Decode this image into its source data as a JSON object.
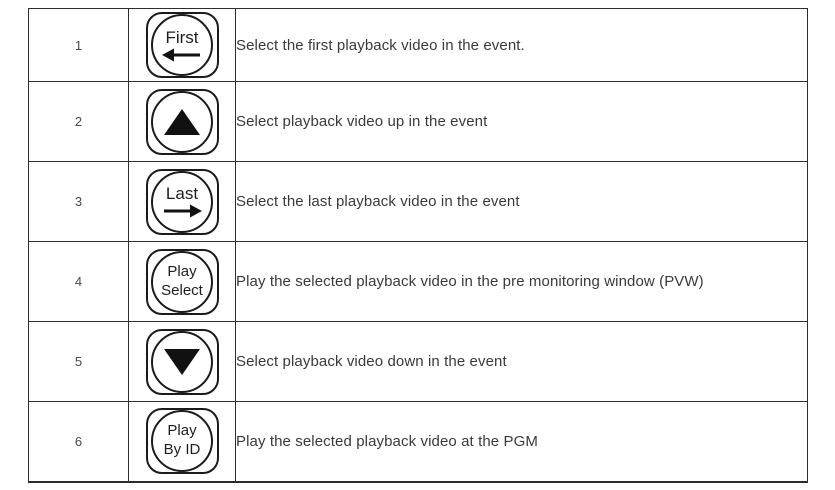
{
  "table": {
    "colors": {
      "border": "#2d2d2d",
      "description_text": "#3a3a3a",
      "number_text": "#4a4a4a",
      "button_stroke": "#1b1b1b",
      "icon_fill": "#111111"
    },
    "rows": [
      {
        "num": "1",
        "button": {
          "name": "first-button",
          "type": "label-arrow",
          "label": "First",
          "icon": "left-arrow-icon"
        },
        "description": "Select the first playback video in the event."
      },
      {
        "num": "2",
        "button": {
          "name": "select-up-button",
          "type": "triangle",
          "icon": "up-triangle-icon"
        },
        "description": "Select playback video up in the event"
      },
      {
        "num": "3",
        "button": {
          "name": "last-button",
          "type": "label-arrow",
          "label": "Last",
          "icon": "right-arrow-icon"
        },
        "description": "Select the last playback video in the event"
      },
      {
        "num": "4",
        "button": {
          "name": "play-select-button",
          "type": "two-line-label",
          "lines": [
            "Play",
            "Select"
          ]
        },
        "description": "Play the selected playback video in the pre monitoring window (PVW)"
      },
      {
        "num": "5",
        "button": {
          "name": "select-down-button",
          "type": "triangle",
          "icon": "down-triangle-icon"
        },
        "description": "Select playback video down in the event"
      },
      {
        "num": "6",
        "button": {
          "name": "play-by-id-button",
          "type": "two-line-label",
          "lines": [
            "Play",
            "By ID"
          ]
        },
        "description": "Play the selected playback video at the PGM"
      }
    ]
  }
}
